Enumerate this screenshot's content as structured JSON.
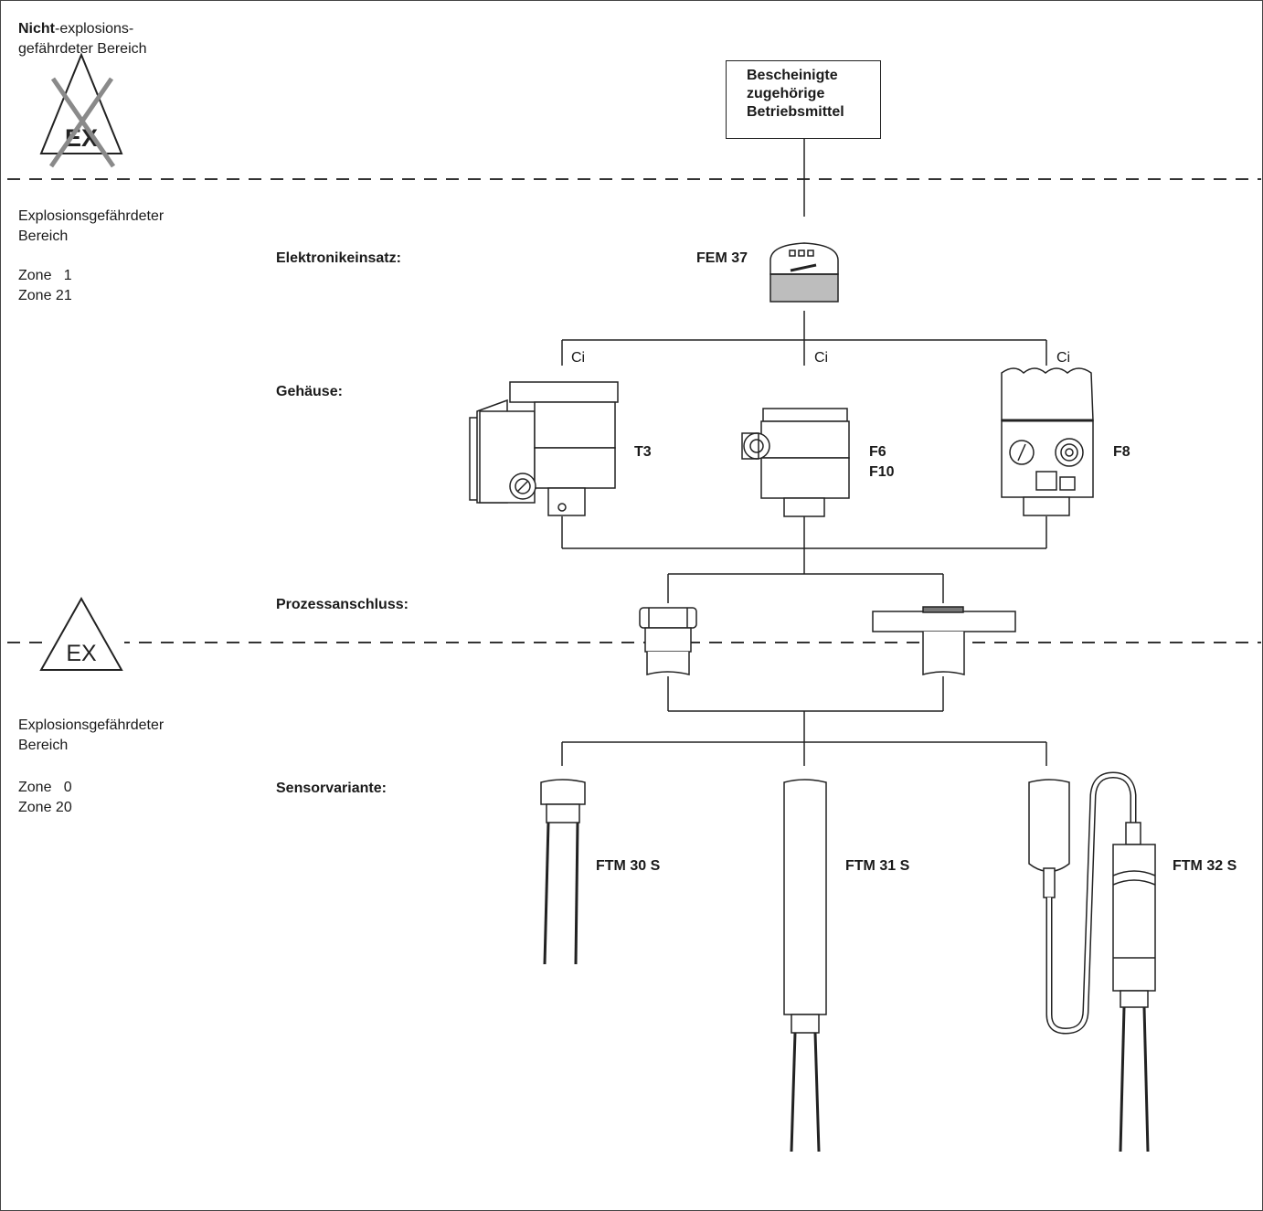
{
  "zones": {
    "non_hazard": {
      "bold": "Nicht",
      "line1_rest": "-explosions-",
      "line2": "gefährdeter Bereich"
    },
    "hazard_upper": {
      "line1": "Explosionsgefährdeter",
      "line2": "Bereich",
      "zone_a": "Zone   1",
      "zone_b": "Zone 21"
    },
    "hazard_lower": {
      "line1": "Explosionsgefährdeter",
      "line2": "Bereich",
      "zone_a": "Zone   0",
      "zone_b": "Zone 20"
    }
  },
  "ex_symbol": {
    "text": "EX"
  },
  "certified_box": {
    "lines": [
      "Bescheinigte",
      "zugehörige",
      "Betriebsmittel"
    ]
  },
  "row_labels": {
    "electronics": "Elektronikeinsatz:",
    "housing": "Gehäuse:",
    "process": "Prozessanschluss:",
    "sensor": "Sensorvariante:"
  },
  "electronics": {
    "name": "FEM 37"
  },
  "ci_labels": [
    "Ci",
    "Ci",
    "Ci"
  ],
  "housings": {
    "t3": "T3",
    "f6": "F6",
    "f10": "F10",
    "f8": "F8"
  },
  "sensors": [
    "FTM 30 S",
    "FTM 31 S",
    "FTM 32 S"
  ],
  "colors": {
    "line": "#222222",
    "dash": "#333333",
    "fill_gray": "#bdbdbd",
    "cross": "#8a8a8a"
  }
}
